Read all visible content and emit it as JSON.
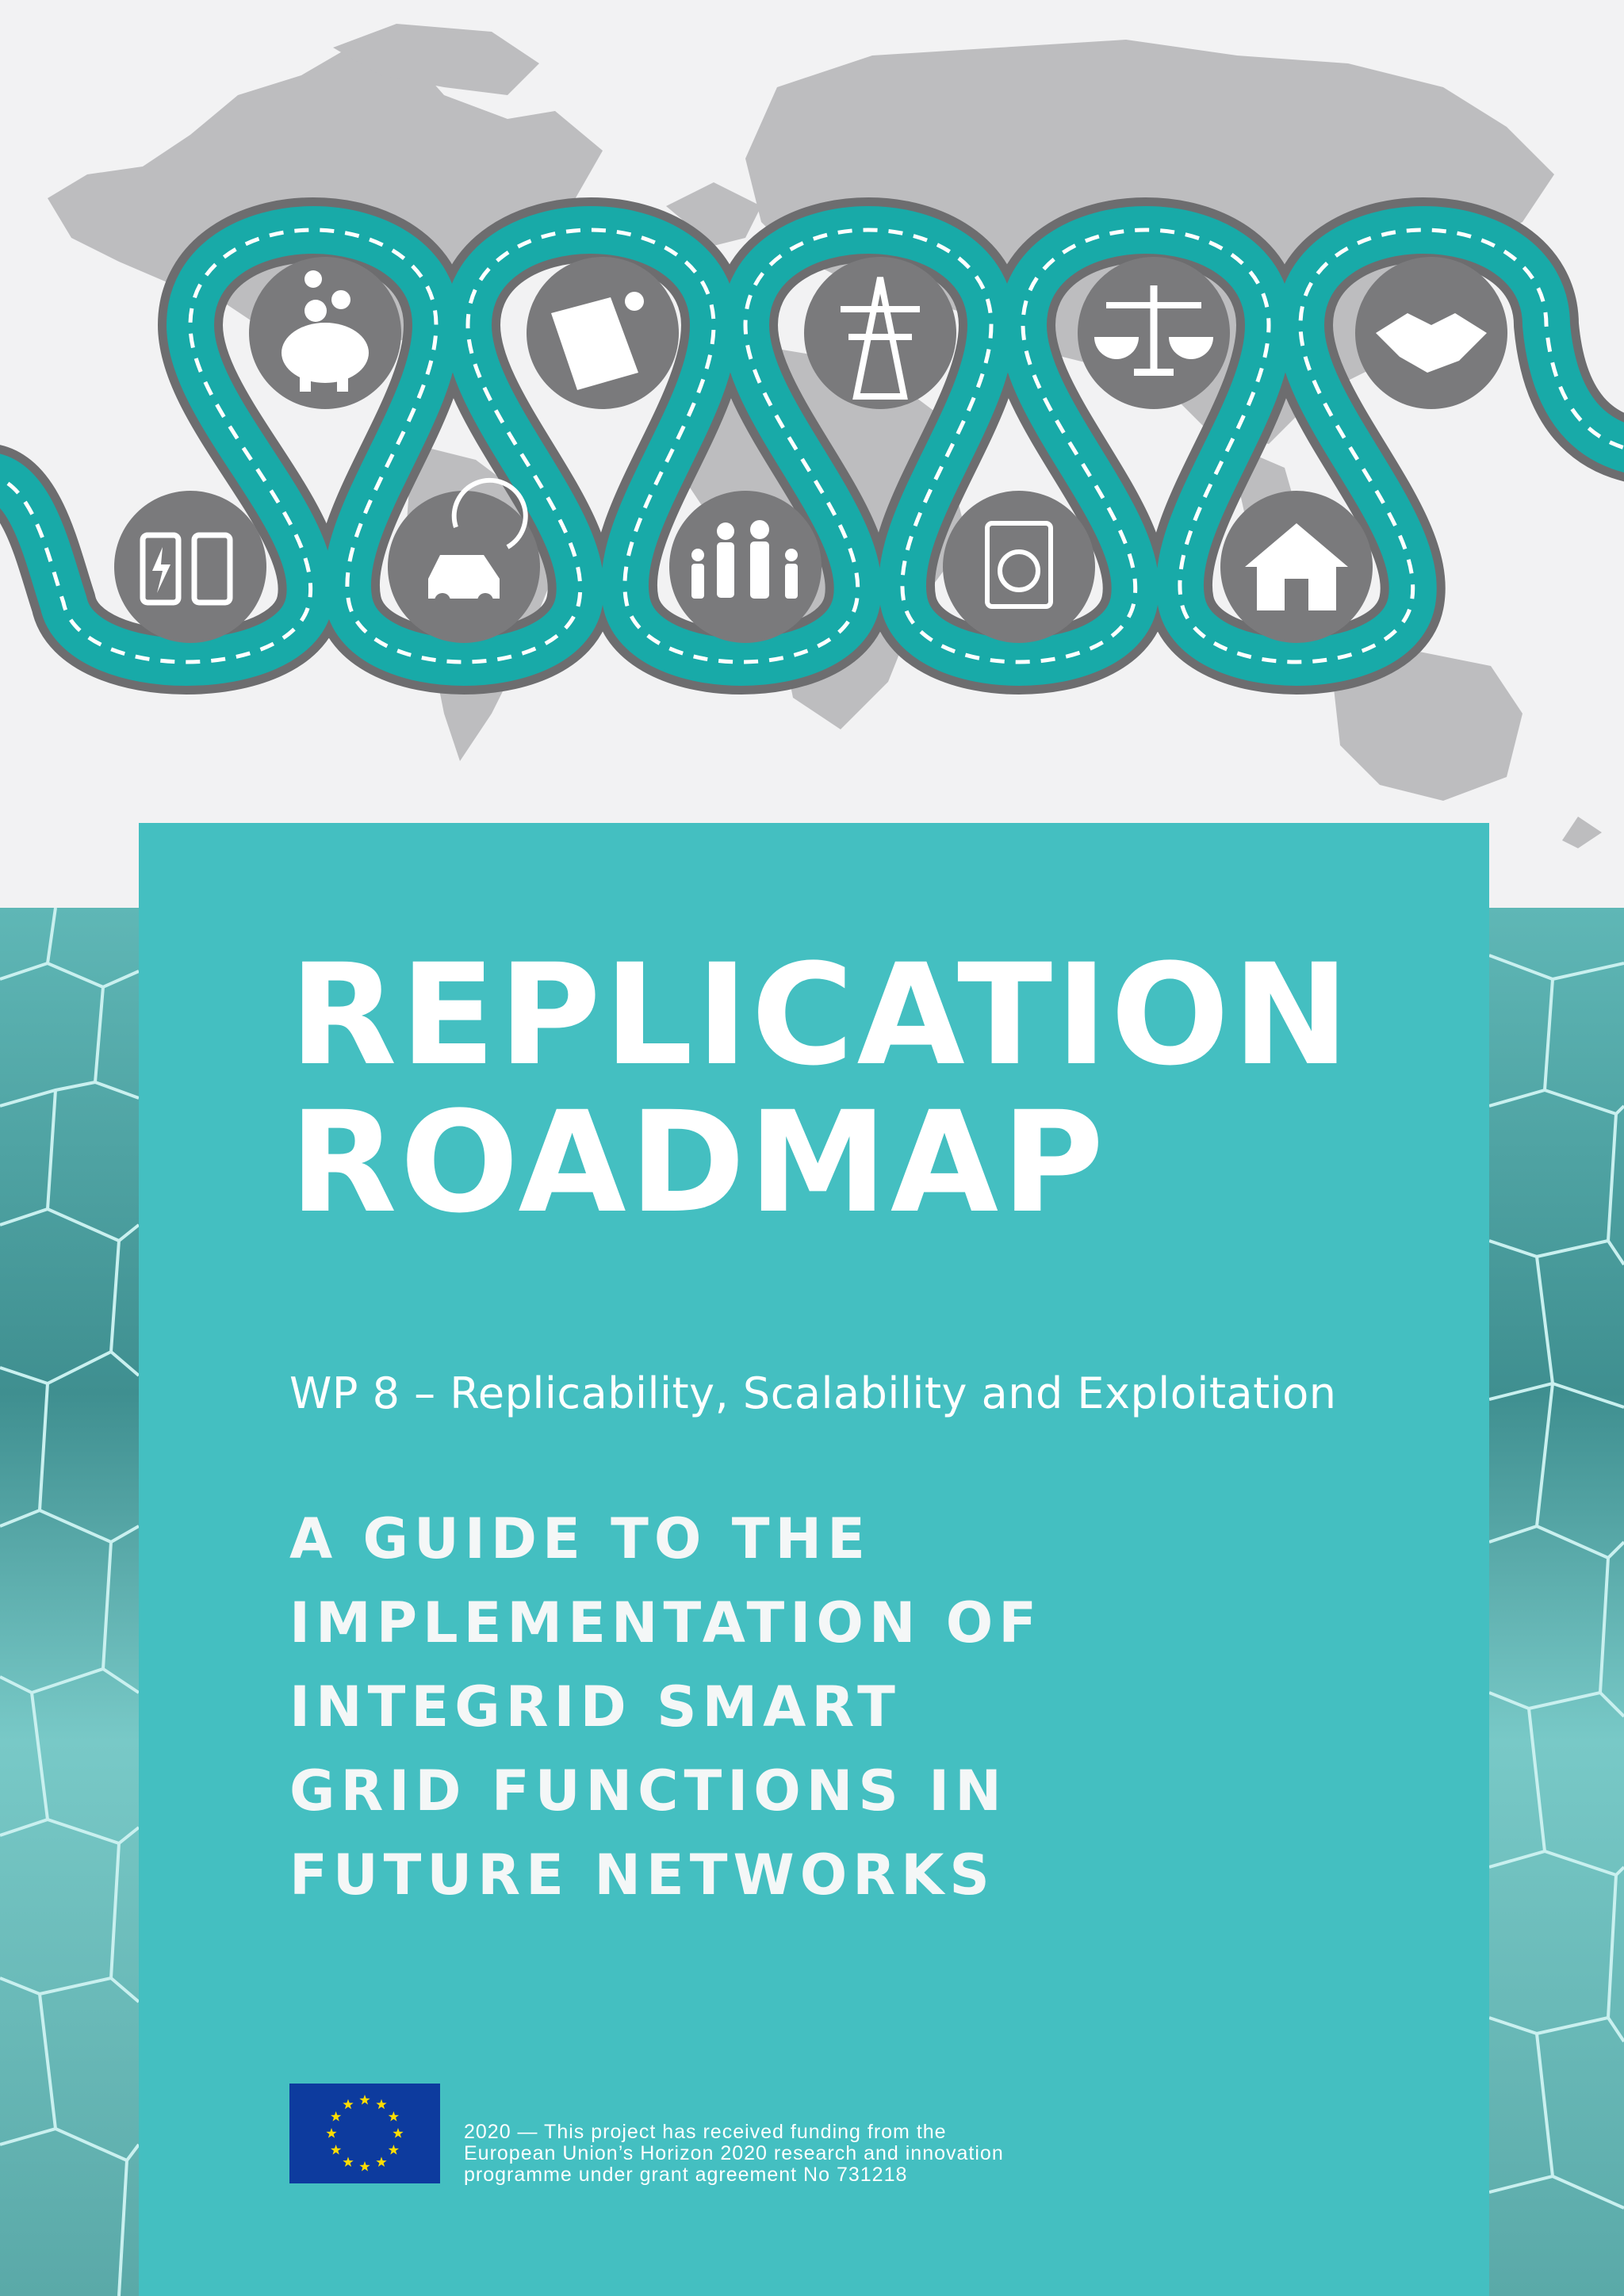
{
  "cover": {
    "title_lines": [
      "REPLICATION",
      "ROADMAP"
    ],
    "work_package": "WP 8 – Replicability, Scalability and Exploitation",
    "subtitle_lines": [
      "A GUIDE TO THE",
      "IMPLEMENTATION OF",
      "INTEGRID SMART",
      "GRID FUNCTIONS IN",
      "FUTURE NETWORKS"
    ],
    "funding_lines": [
      "2020 — This project has received funding from the",
      "European Union’s Horizon 2020 research and innovation",
      "programme under grant agreement No 731218"
    ]
  },
  "roadmap_icons": {
    "top": [
      "piggy-bank-icon",
      "solar-panel-icon",
      "power-pylon-icon",
      "scales-icon",
      "handshake-icon"
    ],
    "bottom": [
      "battery-icon",
      "electric-car-icon",
      "family-icon",
      "washing-machine-icon",
      "house-icon"
    ]
  },
  "colors": {
    "panel": "#44bfc1",
    "road": "#18aaa8",
    "road_edge": "#6d6d6f",
    "icon_circle": "#7a7a7c",
    "map": "#bdbdbf",
    "background": "#f2f2f3",
    "eu_blue": "#0d3b9e",
    "eu_star": "#ffdd00"
  }
}
